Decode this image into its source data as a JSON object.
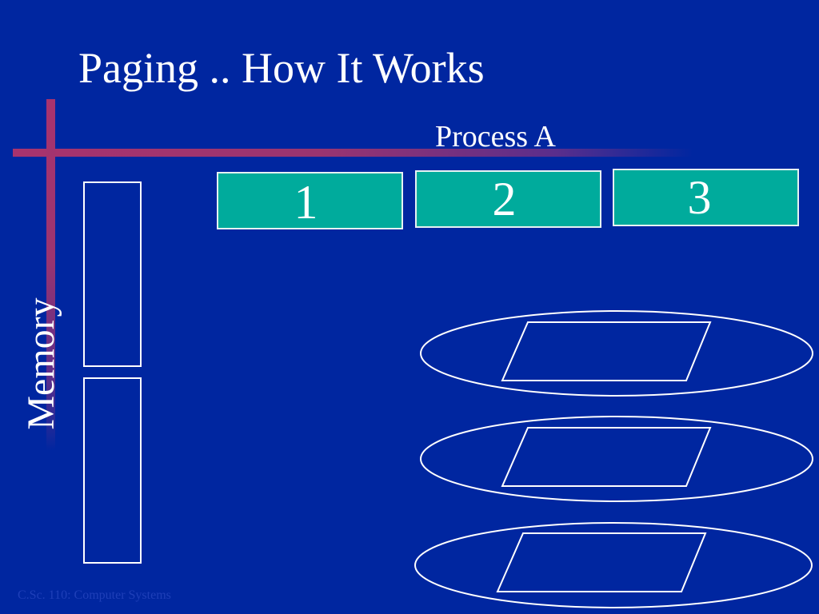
{
  "slide": {
    "title": "Paging .. How It Works",
    "process_label": "Process A",
    "memory_label": "Memory",
    "footer": "C.Sc. 110: Computer Systems",
    "colors": {
      "background": "#0026a0",
      "accent_bar": "#a8336e",
      "page_fill": "#00ab9c",
      "outline": "#ffffff"
    }
  },
  "process_pages": [
    {
      "label": "1"
    },
    {
      "label": "2"
    },
    {
      "label": "3"
    }
  ],
  "memory_frames": [
    {
      "label": ""
    },
    {
      "label": ""
    }
  ],
  "disk_items": [
    {
      "label": ""
    },
    {
      "label": ""
    },
    {
      "label": ""
    }
  ]
}
